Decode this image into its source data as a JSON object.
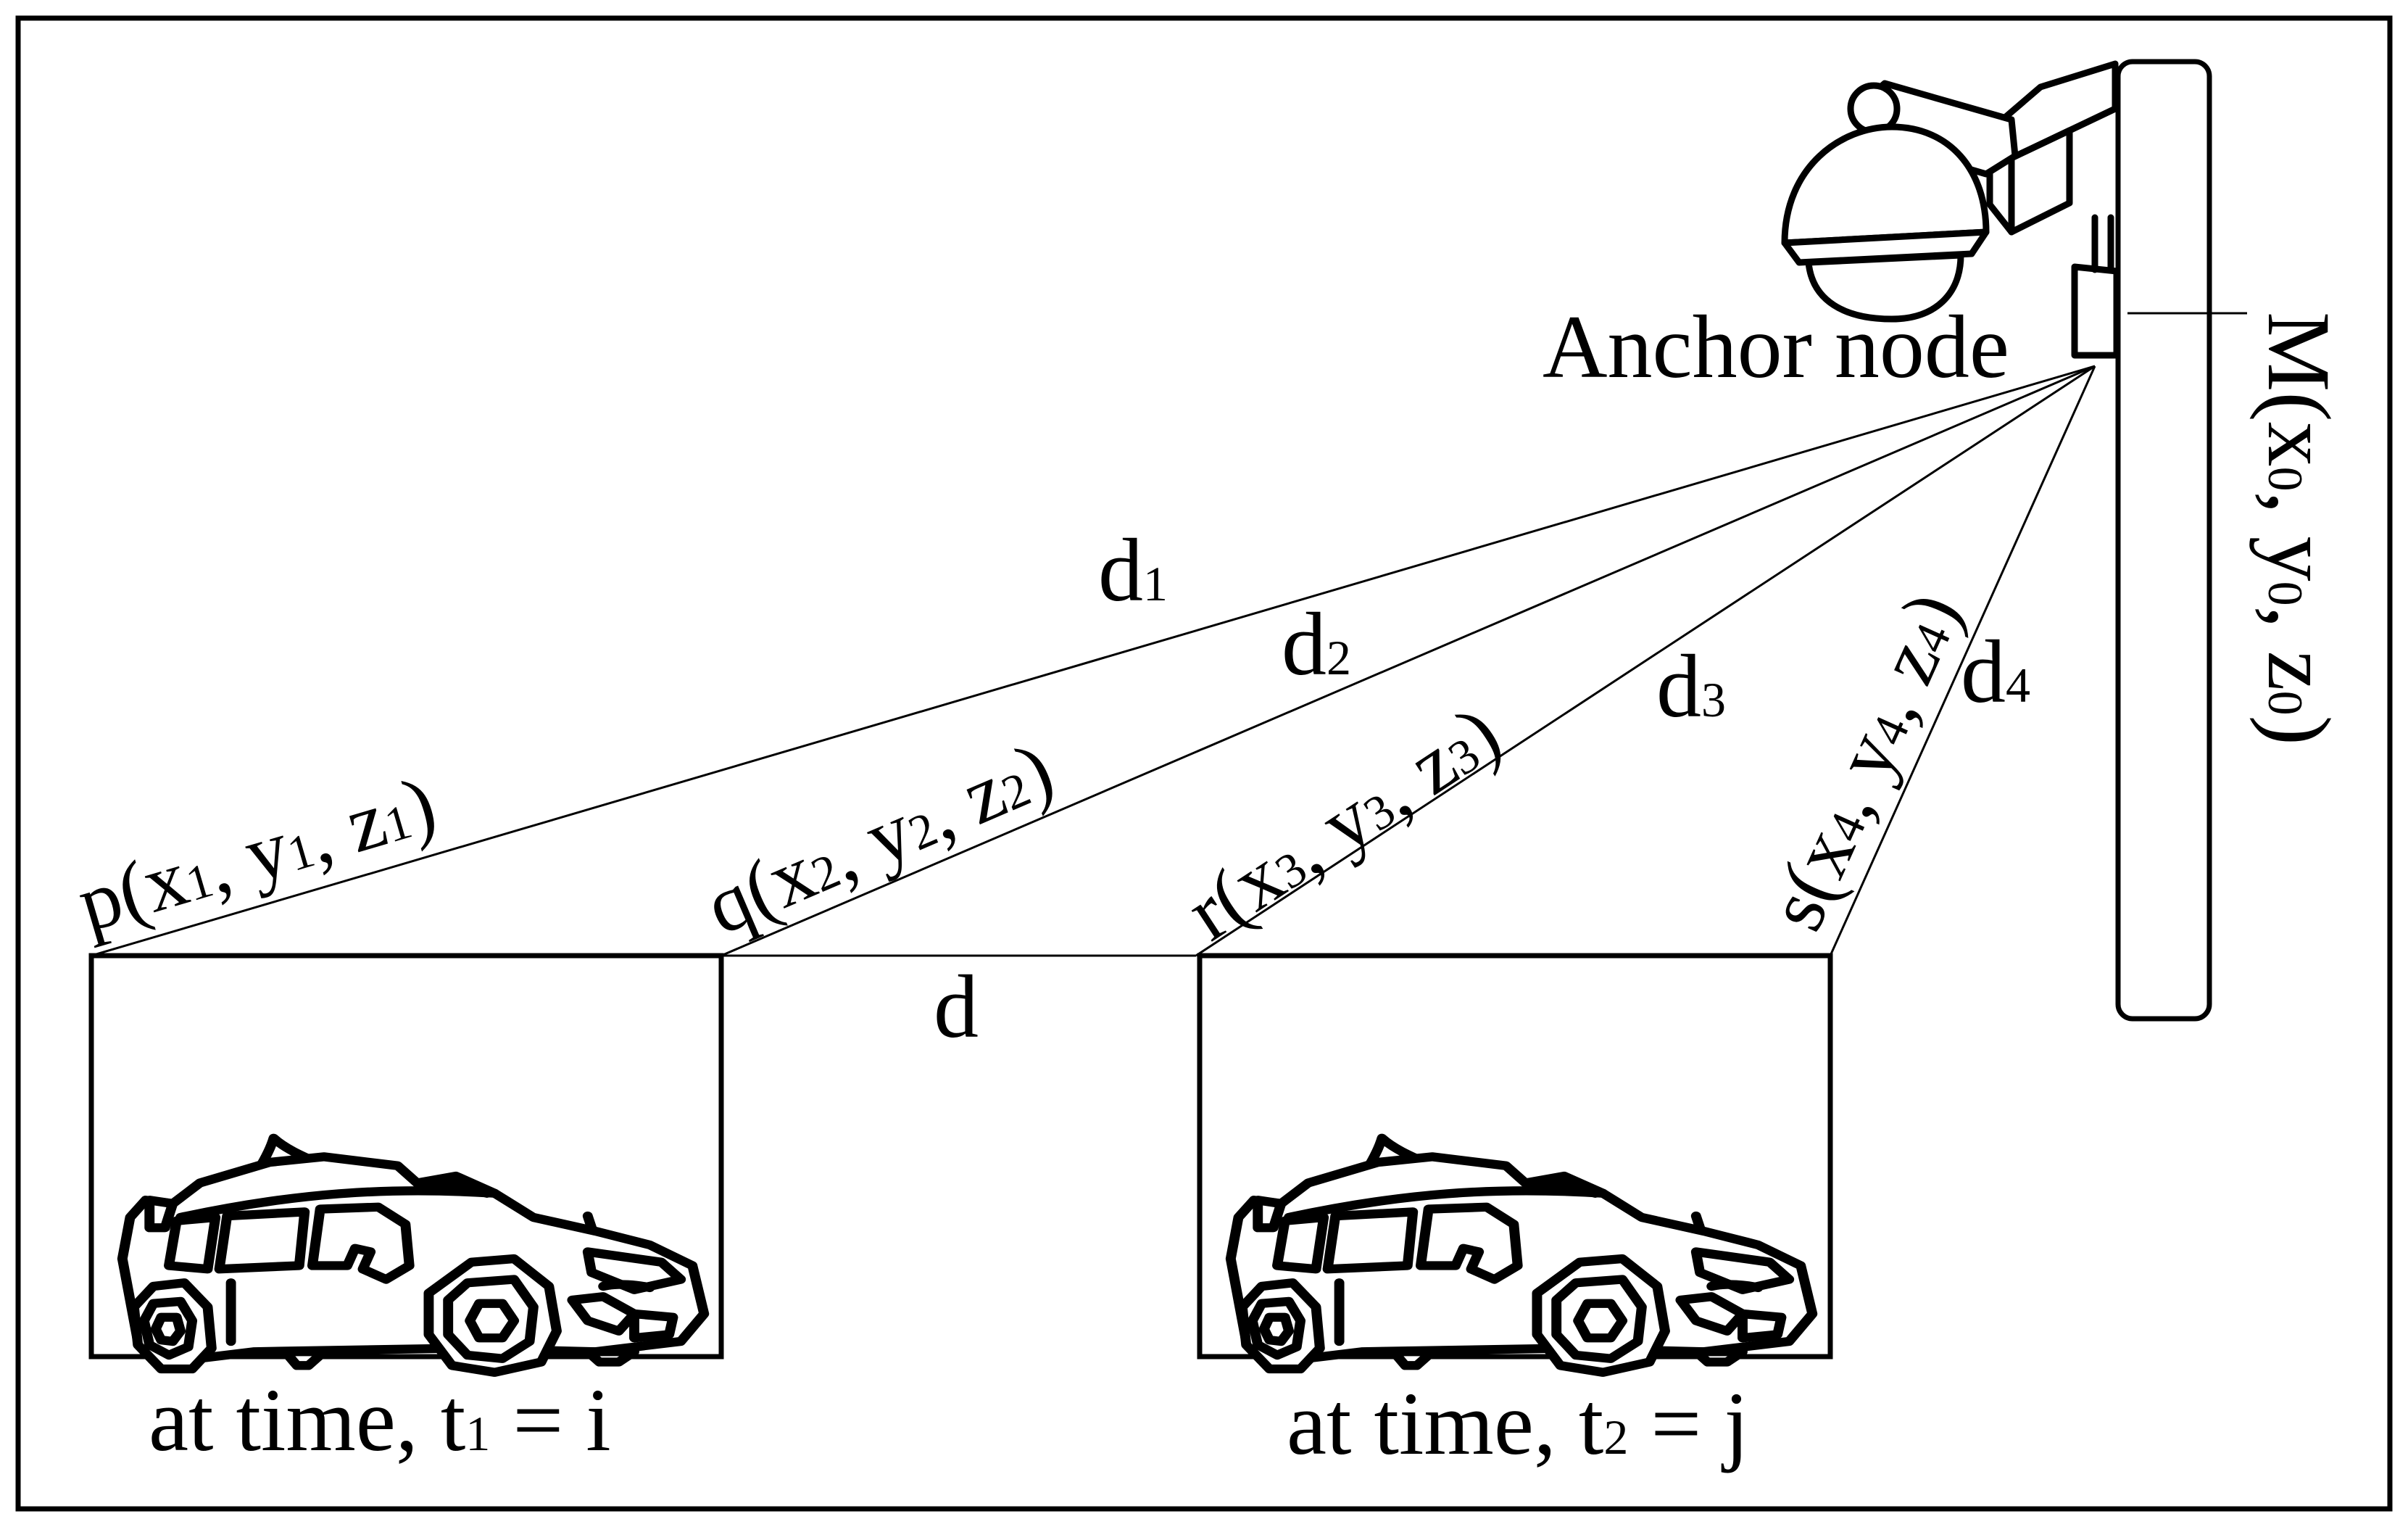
{
  "anchor": {
    "label": "Anchor node",
    "coord_prefix": "M(",
    "coord_x": "x",
    "coord_x_sub": "0",
    "coord_y": "y",
    "coord_y_sub": "0",
    "coord_z": "z",
    "coord_z_sub": "0",
    "coord_close": ")",
    "sep": ", "
  },
  "points": {
    "p": {
      "name": "p(",
      "x": "x",
      "x_sub": "1",
      "y": "y",
      "y_sub": "1",
      "z": "z",
      "z_sub": "1",
      "close": ")"
    },
    "q": {
      "name": "q(",
      "x": "x",
      "x_sub": "2",
      "y": "y",
      "y_sub": "2",
      "z": "z",
      "z_sub": "2",
      "close": ")"
    },
    "r": {
      "name": "r(",
      "x": "x",
      "x_sub": "3",
      "y": "y",
      "y_sub": "3",
      "z": "z",
      "z_sub": "3",
      "close": ")"
    },
    "s": {
      "name": "s(",
      "x": "x",
      "x_sub": "4",
      "y": "y",
      "y_sub": "4",
      "z": "z",
      "z_sub": "4",
      "close": ")"
    },
    "sep": ", "
  },
  "distances": {
    "d1": {
      "base": "d",
      "sub": "1"
    },
    "d2": {
      "base": "d",
      "sub": "2"
    },
    "d3": {
      "base": "d",
      "sub": "3"
    },
    "d4": {
      "base": "d",
      "sub": "4"
    },
    "d": "d"
  },
  "times": {
    "first": {
      "prefix": "at time,  t",
      "sub": "1",
      "suffix": " = i"
    },
    "second": {
      "prefix": "at time, t",
      "sub": "2",
      "suffix": " = j"
    }
  }
}
